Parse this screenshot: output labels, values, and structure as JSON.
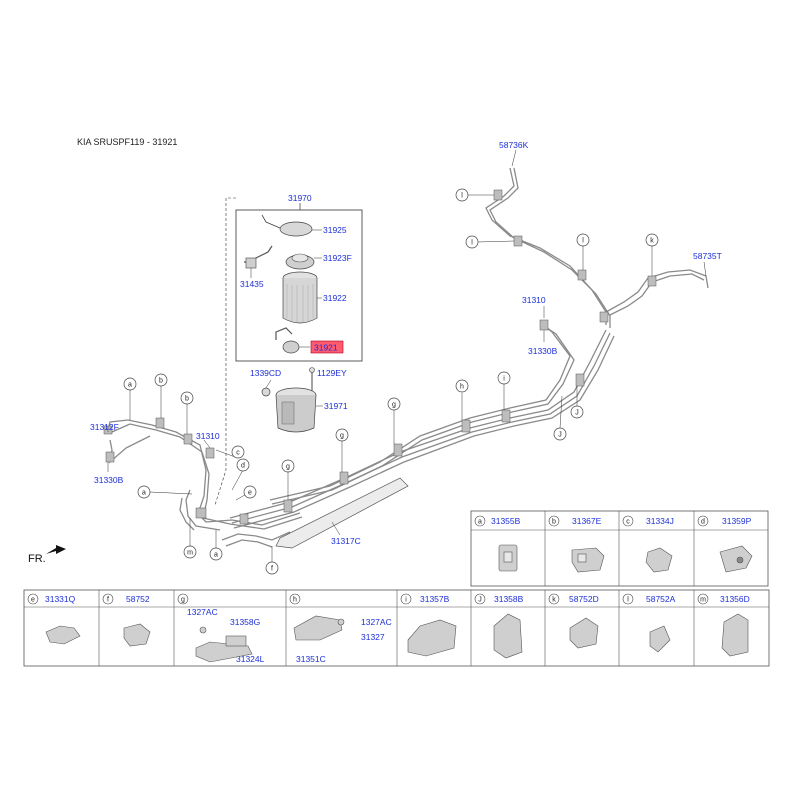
{
  "page_title": "KIA SRUSPF119 - 31921",
  "fr_label": "FR.",
  "callouts": [
    "a",
    "b",
    "c",
    "d",
    "e",
    "f",
    "g",
    "h",
    "i",
    "J",
    "k",
    "l",
    "m"
  ],
  "parts": {
    "p31970": "31970",
    "p31925": "31925",
    "p31923F": "31923F",
    "p31435": "31435",
    "p31922": "31922",
    "p31921": "31921",
    "p1339CD": "1339CD",
    "p1129EY": "1129EY",
    "p31971": "31971",
    "p31312F": "31312F",
    "p31310a": "31310",
    "p31330Ba": "31330B",
    "p31310b": "31310",
    "p31330Bb": "31330B",
    "p58736K": "58736K",
    "p58735T": "58735T",
    "p31317C": "31317C"
  },
  "highlight_color": "#ff5a6e",
  "label_color": "#1c2fd6",
  "table_row1": [
    {
      "letter": "a",
      "part": "31355B"
    },
    {
      "letter": "b",
      "part": "31367E"
    },
    {
      "letter": "c",
      "part": "31334J"
    },
    {
      "letter": "d",
      "part": "31359P"
    }
  ],
  "table_row2": [
    {
      "letter": "e",
      "part": "31331Q"
    },
    {
      "letter": "f",
      "part": "58752"
    },
    {
      "letter": "g",
      "part": "",
      "subs": [
        "1327AC",
        "31358G",
        "31324L"
      ]
    },
    {
      "letter": "h",
      "part": "",
      "subs": [
        "1327AC",
        "31327",
        "31351C"
      ]
    },
    {
      "letter": "i",
      "part": "31357B"
    },
    {
      "letter": "J",
      "part": "31358B"
    },
    {
      "letter": "k",
      "part": "58752D"
    },
    {
      "letter": "l",
      "part": "58752A"
    },
    {
      "letter": "m",
      "part": "31356D"
    }
  ]
}
